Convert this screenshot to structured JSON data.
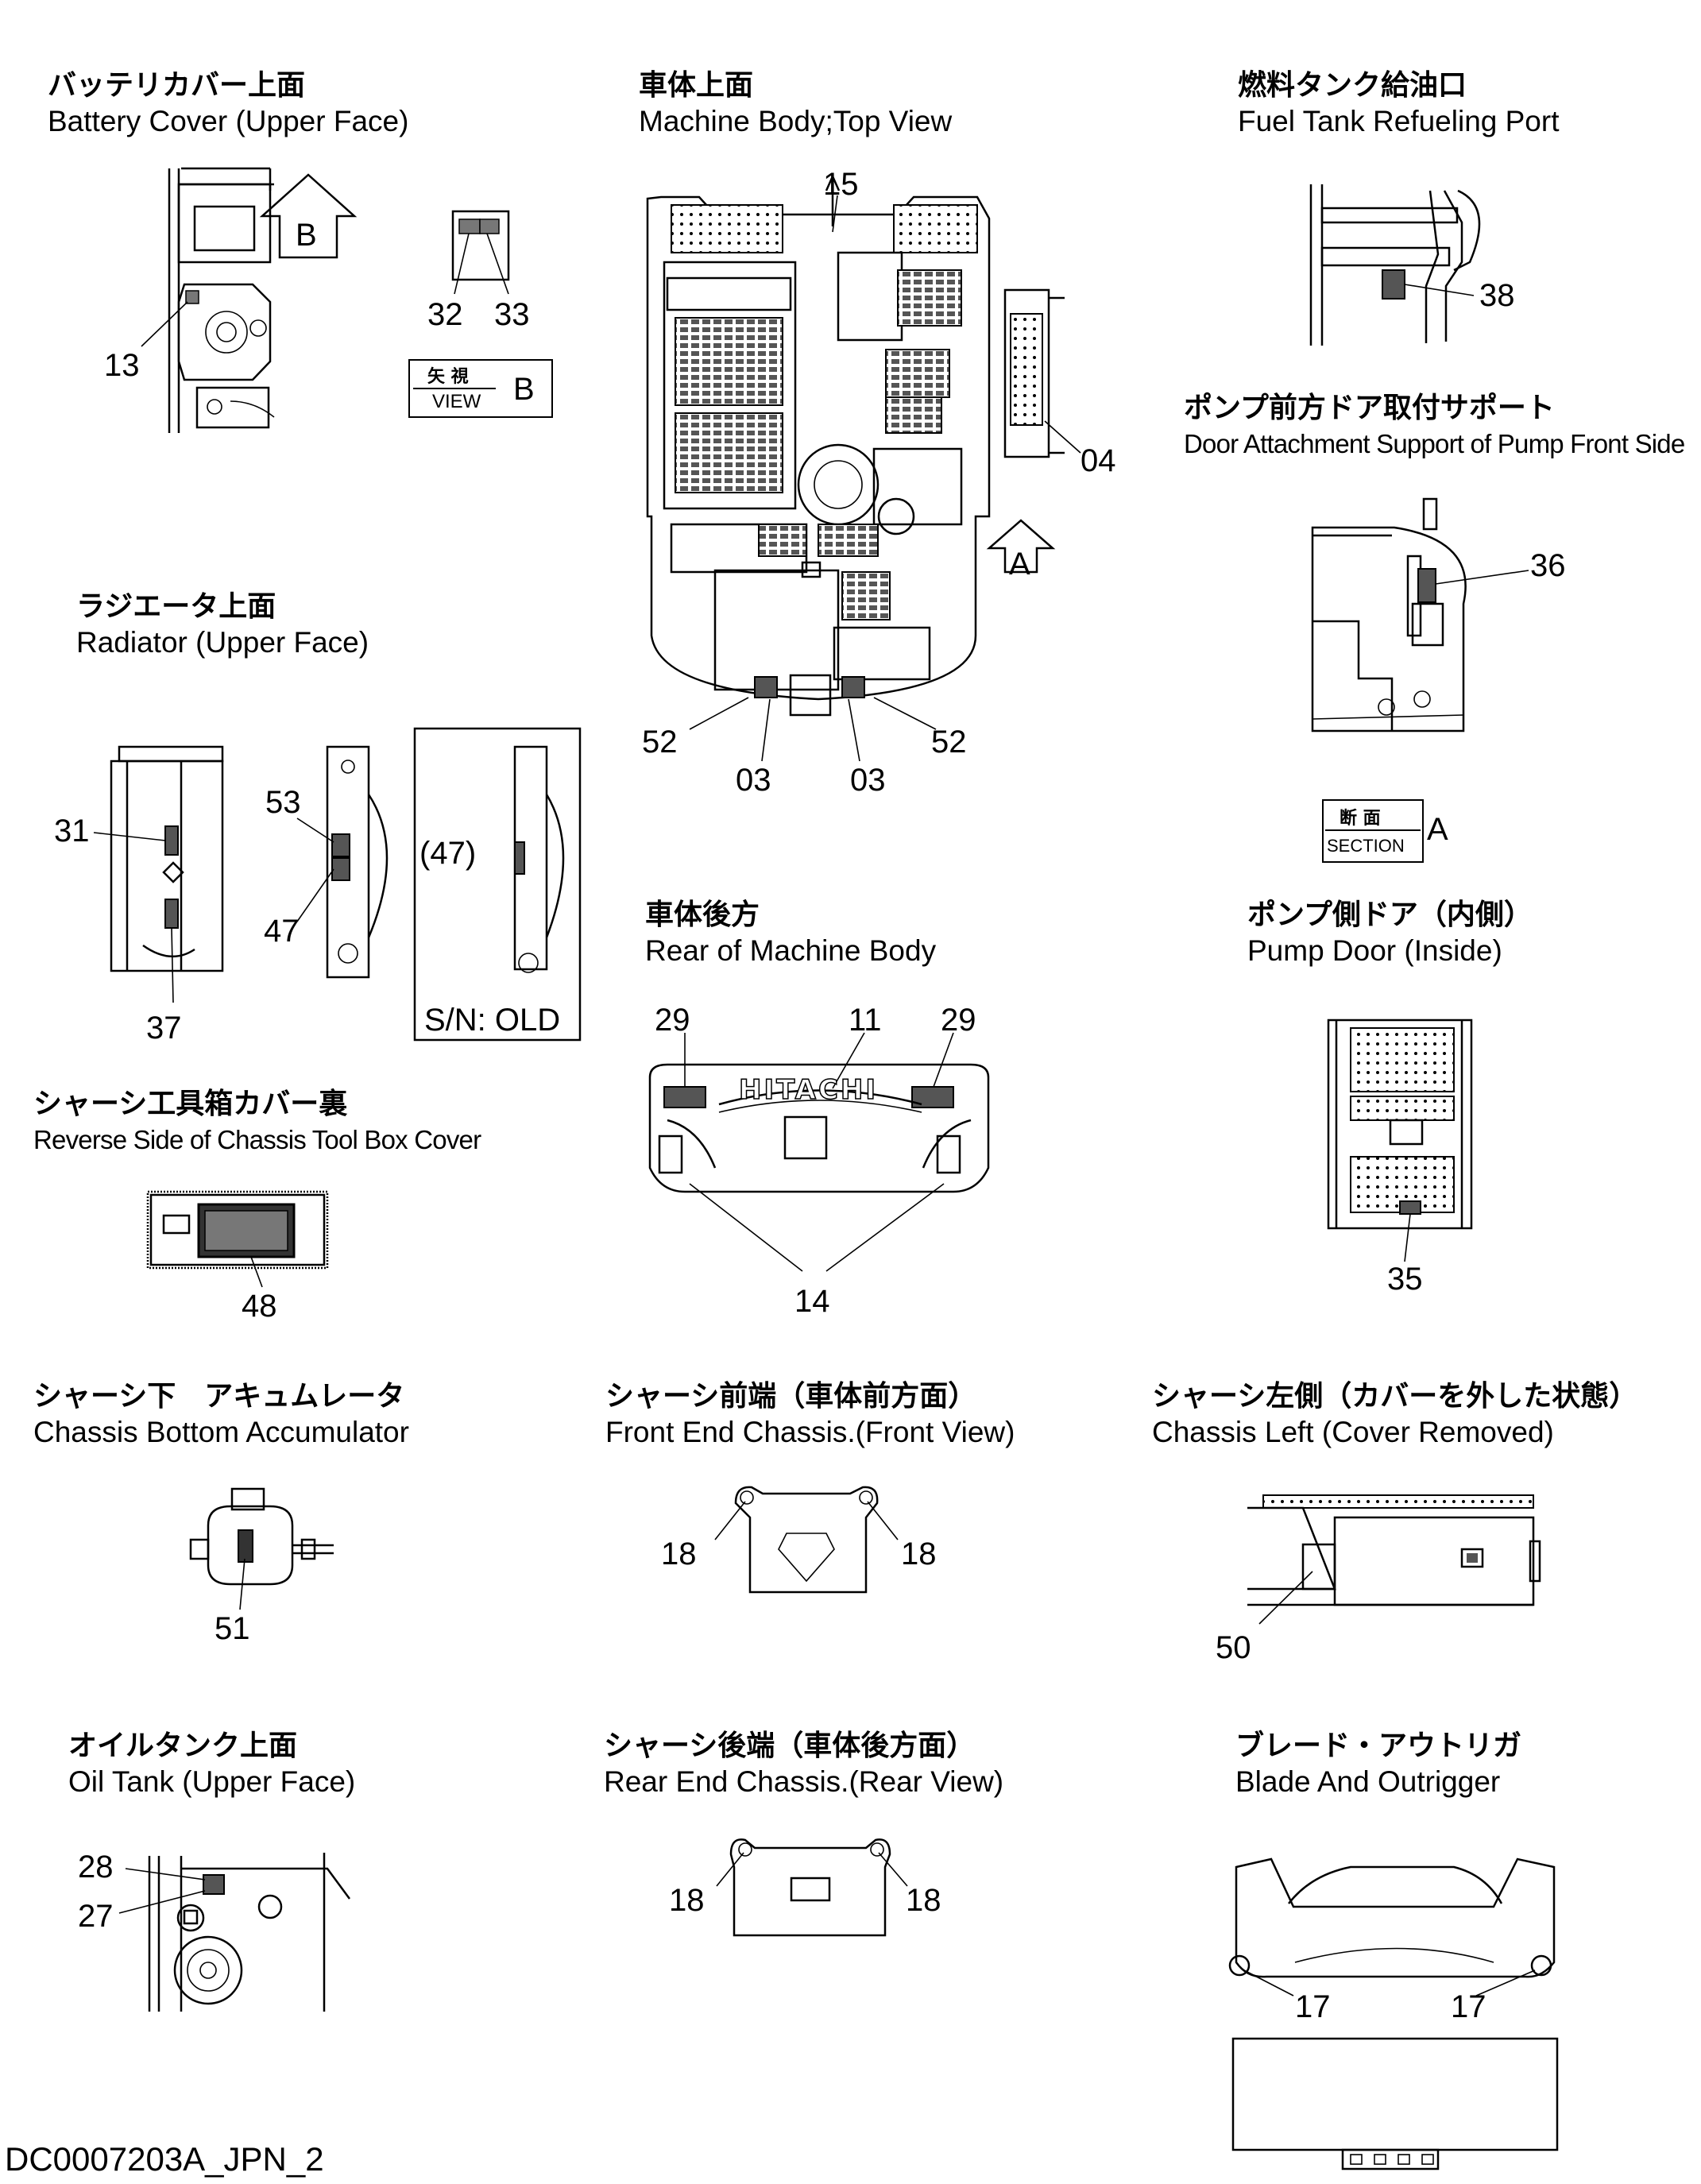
{
  "sections": {
    "battery_cover": {
      "title_jp": "バッテリカバー上面",
      "title_en": "Battery Cover (Upper Face)",
      "labels": [
        "13",
        "32",
        "33"
      ],
      "view_jp": "矢 視",
      "view_en": "VIEW",
      "view_letter": "B",
      "arrow_letter": "B"
    },
    "machine_body_top": {
      "title_jp": "車体上面",
      "title_en": "Machine Body;Top View",
      "labels": [
        "15",
        "04",
        "52",
        "03",
        "03",
        "52"
      ],
      "arrow_letter": "A"
    },
    "fuel_tank": {
      "title_jp": "燃料タンク給油口",
      "title_en": "Fuel Tank Refueling Port",
      "labels": [
        "38"
      ]
    },
    "door_support": {
      "title_jp": "ポンプ前方ドア取付サポート",
      "title_en": "Door Attachment Support of Pump Front Side",
      "labels": [
        "36"
      ],
      "section_jp": "断 面",
      "section_en": "SECTION",
      "section_letter": "A"
    },
    "radiator": {
      "title_jp": "ラジエータ上面",
      "title_en": "Radiator (Upper Face)",
      "labels": [
        "31",
        "37",
        "53",
        "47",
        "(47)"
      ],
      "sn_label": "S/N: OLD"
    },
    "rear_body": {
      "title_jp": "車体後方",
      "title_en": "Rear of Machine Body",
      "labels": [
        "29",
        "11",
        "29",
        "14"
      ],
      "brand": "HITACHI"
    },
    "pump_door": {
      "title_jp": "ポンプ側ドア（内側）",
      "title_en": "Pump Door (Inside)",
      "labels": [
        "35"
      ]
    },
    "tool_box": {
      "title_jp": "シャーシ工具箱カバー裏",
      "title_en": "Reverse Side of Chassis Tool Box Cover",
      "labels": [
        "48"
      ]
    },
    "accumulator": {
      "title_jp": "シャーシ下　アキュムレータ",
      "title_en": "Chassis Bottom Accumulator",
      "labels": [
        "51"
      ]
    },
    "front_chassis": {
      "title_jp": "シャーシ前端（車体前方面）",
      "title_en": "Front End Chassis.(Front View)",
      "labels": [
        "18",
        "18"
      ]
    },
    "chassis_left": {
      "title_jp": "シャーシ左側（カバーを外した状態）",
      "title_en": "Chassis Left  (Cover Removed)",
      "labels": [
        "50"
      ]
    },
    "oil_tank": {
      "title_jp": "オイルタンク上面",
      "title_en": "Oil Tank (Upper Face)",
      "labels": [
        "28",
        "27"
      ]
    },
    "rear_chassis": {
      "title_jp": "シャーシ後端（車体後方面）",
      "title_en": "Rear End Chassis.(Rear View)",
      "labels": [
        "18",
        "18"
      ]
    },
    "blade": {
      "title_jp": "ブレード・アウトリガ",
      "title_en": "Blade And Outrigger",
      "labels": [
        "17",
        "17"
      ]
    }
  },
  "footer": "DC0007203A_JPN_2"
}
